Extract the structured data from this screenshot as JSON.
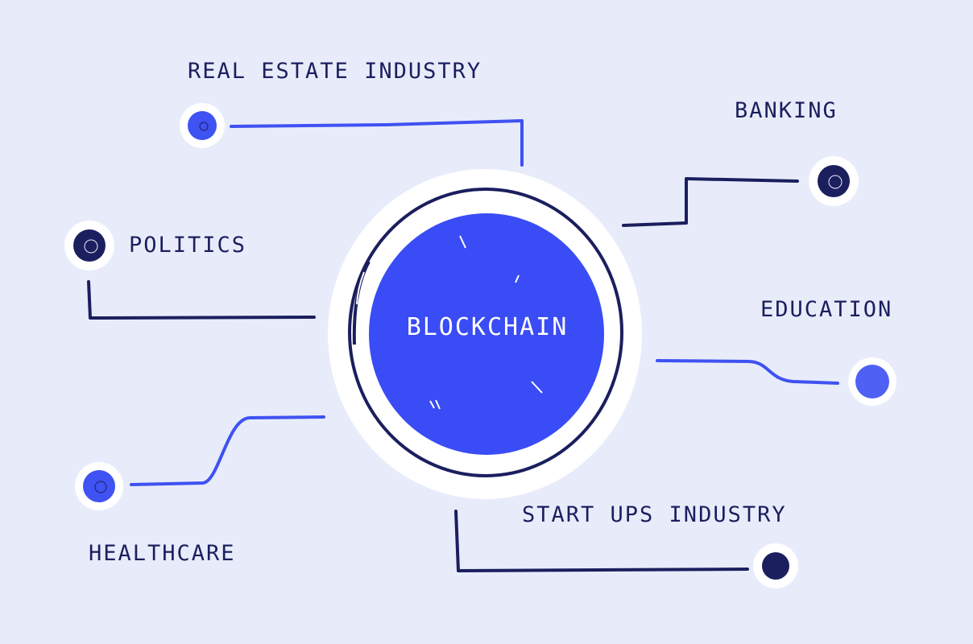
{
  "diagram": {
    "center": {
      "label": "BLOCKCHAIN"
    },
    "nodes": [
      {
        "id": "real-estate",
        "label": "REAL ESTATE INDUSTRY"
      },
      {
        "id": "banking",
        "label": "BANKING"
      },
      {
        "id": "politics",
        "label": "POLITICS"
      },
      {
        "id": "education",
        "label": "EDUCATION"
      },
      {
        "id": "healthcare",
        "label": "HEALTHCARE"
      },
      {
        "id": "startups",
        "label": "START UPS INDUSTRY"
      }
    ]
  },
  "colors": {
    "background": "#e8ecfa",
    "hub_fill": "#3a4cf5",
    "dark_navy": "#1b1f5e",
    "bright_blue": "#3f52f2",
    "halo": "#ffffff"
  }
}
